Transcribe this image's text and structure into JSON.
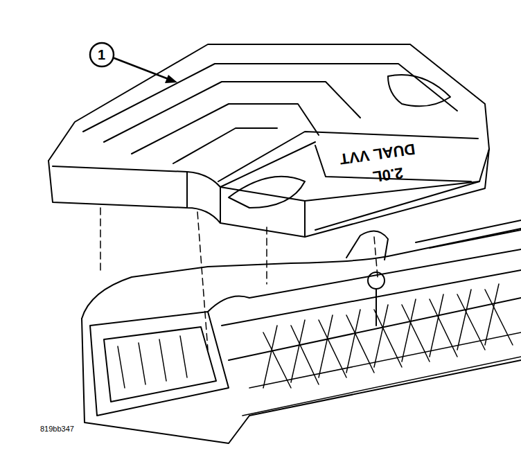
{
  "diagram": {
    "labels": [
      "1",
      "DUAL VVT",
      "2.0L",
      "819bb347"
    ]
  }
}
